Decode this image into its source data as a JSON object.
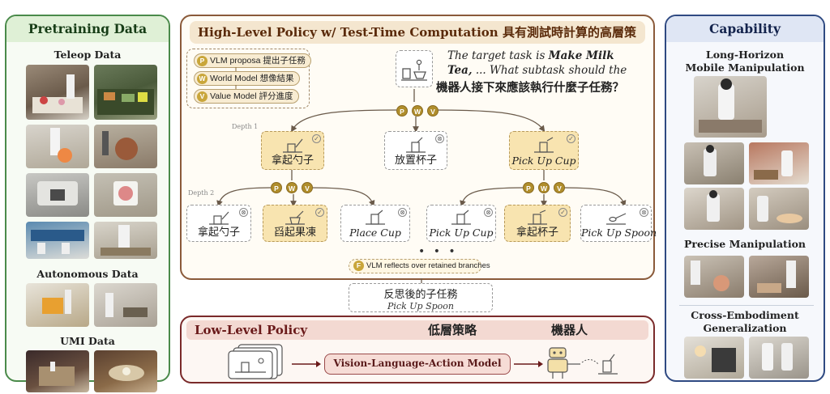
{
  "pretraining": {
    "title": "Pretraining Data",
    "teleop_label": "Teleop Data",
    "autonomous_label": "Autonomous Data",
    "umi_label": "UMI Data"
  },
  "high_level": {
    "title": "High-Level Policy w/ Test-Time Computation 具有測試時計算的高層策略",
    "legend": [
      {
        "badge": "P",
        "text": "VLM proposa 提出子任務"
      },
      {
        "badge": "W",
        "text": "World Model 想像結果"
      },
      {
        "badge": "V",
        "text": "Value Model 評分進度"
      }
    ],
    "task_en_prefix": "The target task is ",
    "task_en_bold1": "Make Milk",
    "task_en_bold2": "Tea,",
    "task_en_suffix": " ... What subtask should the ……",
    "task_cn": "機器人接下來應該執行什麼子任務？",
    "depth1": "Depth 1",
    "depth2": "Depth 2",
    "badges": [
      "P",
      "W",
      "V"
    ],
    "nodes_d1": [
      {
        "label": "拿起勺子",
        "mark": "✓"
      },
      {
        "label": "放置杯子",
        "mark": "⊗"
      },
      {
        "label": "Pick Up Cup",
        "mark": "✓"
      }
    ],
    "nodes_d2": [
      {
        "label": "拿起勺子",
        "mark": "⊗"
      },
      {
        "label": "舀起果凍",
        "mark": "✓"
      },
      {
        "label": "Place Cup",
        "mark": "⊗"
      },
      {
        "label": "Pick Up Cup",
        "mark": "⊗"
      },
      {
        "label": "拿起杯子",
        "mark": "✓"
      },
      {
        "label": "Pick Up Spoon",
        "mark": "⊗"
      }
    ],
    "ellipsis": "• • •",
    "reflect_badge": "F",
    "reflect_text": "VLM reflects over retained branches"
  },
  "reflection": {
    "title": "反思後的子任務",
    "subtitle": "Pick Up Spoon"
  },
  "low_level": {
    "title": "Low-Level Policy",
    "title_cn": "低層策略",
    "robot_cn": "機器人",
    "vla": "Vision-Language-Action Model"
  },
  "capability": {
    "title": "Capability",
    "long_horizon_1": "Long-Horizon",
    "long_horizon_2": "Mobile Manipulation",
    "precise": "Precise Manipulation",
    "cross_1": "Cross-Embodiment",
    "cross_2": "Generalization"
  },
  "colors": {
    "pretraining_border": "#4a8a4a",
    "capability_border": "#2f4a82",
    "high_level_border": "#8a5a3a",
    "low_level_border": "#7a2a2a",
    "selected_node": "#f8e4b0",
    "badge": "#b08e2c"
  }
}
